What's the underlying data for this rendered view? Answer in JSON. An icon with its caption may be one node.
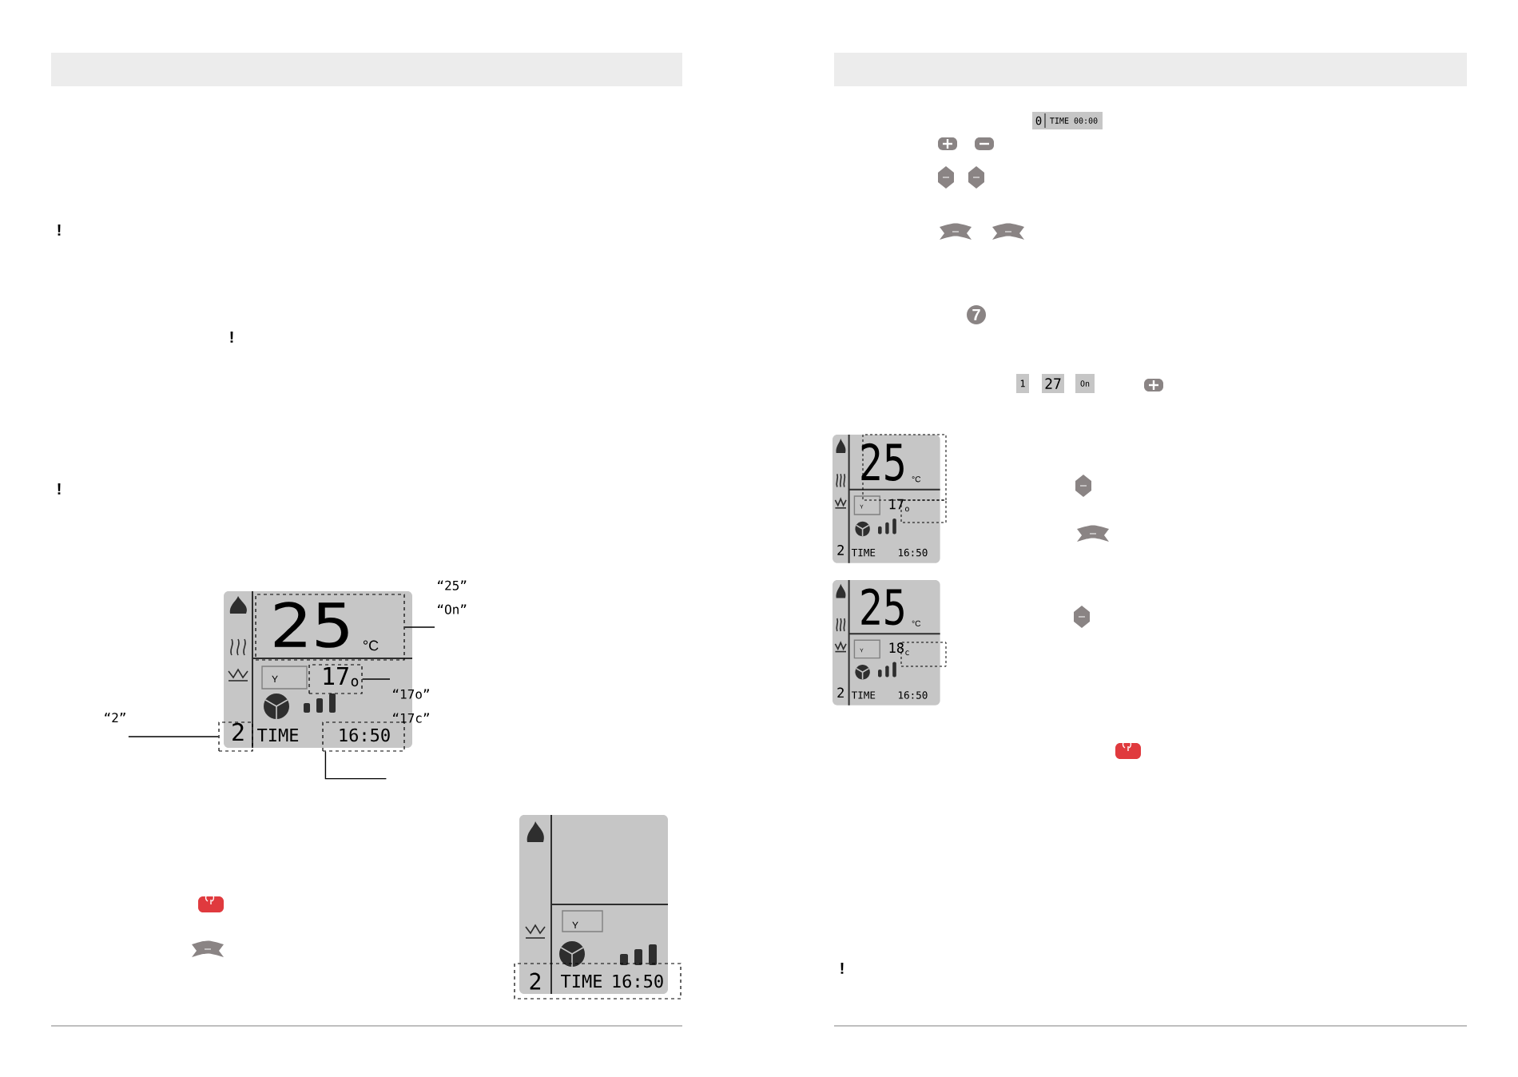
{
  "diagram": {
    "nodes": [
      {
        "text": [
          "“25”",
          "“On”"
        ]
      },
      {
        "text": [],
        "shape": "box"
      },
      {
        "text": [
          "“17o”",
          "“17c”"
        ]
      },
      {
        "text": [],
        "shape": "box"
      },
      {
        "text": [
          "“2”"
        ]
      },
      {
        "text": [],
        "shape": "box"
      },
      {
        "text": [],
        "shape": "box"
      }
    ],
    "edges": [
      {
        "from": 0,
        "to": 1,
        "arrow": "none"
      },
      {
        "from": 2,
        "to": 3,
        "arrow": "none"
      },
      {
        "from": 4,
        "to": 5,
        "arrow": "none"
      },
      {
        "from": 6,
        "to": null,
        "arrow": "none"
      }
    ],
    "labels": [
      "!",
      "!",
      "!",
      "25",
      "°C",
      "Y",
      "17",
      "o",
      "2",
      "TIME",
      "16:50",
      "Y",
      "2",
      "TIME",
      "16:50",
      "0",
      "TIME 00:00",
      "7",
      "1",
      "27",
      "On",
      "25",
      "°C",
      "Y",
      "17",
      "o",
      "2",
      "TIME",
      "16:50",
      "25",
      "°C",
      "Y",
      "18",
      "c",
      "2",
      "TIME",
      "16:50",
      "!"
    ]
  }
}
